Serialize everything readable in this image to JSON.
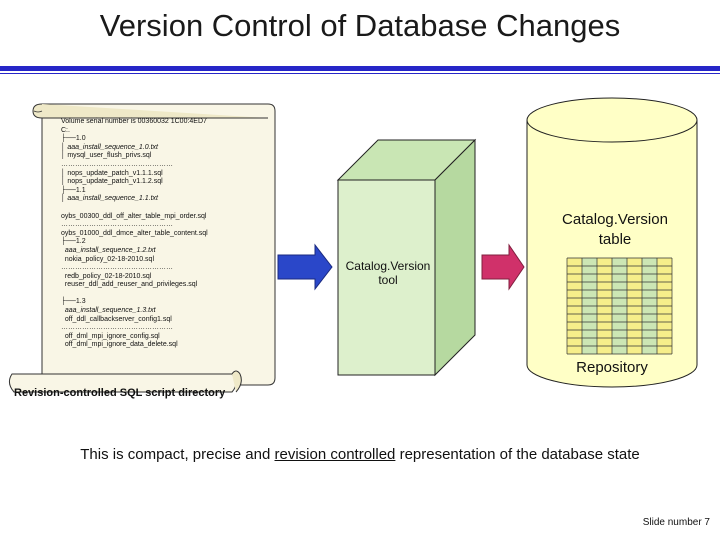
{
  "title": "Version Control of Database Changes",
  "scroll_lines": [
    {
      "text": "Volume serial number is 00360032 1C00:4ED7",
      "italic": false
    },
    {
      "text": "C:.",
      "italic": false
    },
    {
      "text": "├──1.0",
      "italic": false
    },
    {
      "text": "│ aaa_install_sequence_1.0.txt",
      "italic": true
    },
    {
      "text": "│ mysql_user_flush_privs.sql",
      "italic": false
    },
    {
      "text": "…………………………………………",
      "italic": false
    },
    {
      "text": "│ nops_update_patch_v1.1.1.sql",
      "italic": false
    },
    {
      "text": "│ nops_update_patch_v1.1.2.sql",
      "italic": false
    },
    {
      "text": "├──1.1",
      "italic": false
    },
    {
      "text": "│ aaa_install_sequence_1.1.txt",
      "italic": true
    },
    {
      "text": "",
      "italic": false
    },
    {
      "text": "oybs_00300_ddl_off_alter_table_mpi_order.sql",
      "italic": false
    },
    {
      "text": "…………………………………………",
      "italic": false
    },
    {
      "text": "oybs_01000_ddl_dmce_alter_table_content.sql",
      "italic": false
    },
    {
      "text": "├──1.2",
      "italic": false
    },
    {
      "text": "  aaa_install_sequence_1.2.txt",
      "italic": true
    },
    {
      "text": "  nokia_policy_02-18-2010.sql",
      "italic": false
    },
    {
      "text": "…………………………………………",
      "italic": false
    },
    {
      "text": "  redb_policy_02-18-2010.sql",
      "italic": false
    },
    {
      "text": "  reuser_ddl_add_reuser_and_privileges.sql",
      "italic": false
    },
    {
      "text": "",
      "italic": false
    },
    {
      "text": "├──1.3",
      "italic": false
    },
    {
      "text": "  aaa_install_sequence_1.3.txt",
      "italic": true
    },
    {
      "text": "  off_ddl_callbackserver_config1.sql",
      "italic": false
    },
    {
      "text": "…………………………………………",
      "italic": false
    },
    {
      "text": "  off_dml_mpi_ignore_config.sql",
      "italic": false
    },
    {
      "text": "  off_dml_mpi_ignore_data_delete.sql",
      "italic": false
    }
  ],
  "directory_label": "Revision-controlled SQL script directory",
  "tool_label": "Catalog.Version tool",
  "table_label": "Catalog.Version table",
  "repository_label": "Repository",
  "summary": {
    "part1": "This is compact, precise and ",
    "underlined": "revision controlled",
    "part2": " representation of the database state"
  },
  "slide_number": "Slide number 7",
  "colors": {
    "rule": "#2626c8",
    "box_face": "#ddf0cc",
    "box_side": "#b6d9a0",
    "box_top": "#c9e6b4",
    "cylinder": "#ffffc6",
    "arrow_blue": "#2a47c9",
    "arrow_magenta": "#d0316a",
    "table_fill": "#f6ee8a",
    "table_col": "#cce6b4"
  },
  "icons": [
    "scroll-shape",
    "right-arrow-blue-icon",
    "right-arrow-magenta-icon",
    "cube-shape",
    "cylinder-shape",
    "grid-table-icon"
  ]
}
